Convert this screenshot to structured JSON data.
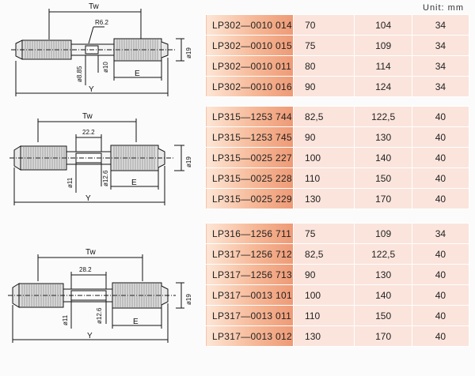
{
  "unit_label": "Unit: mm",
  "drawings": [
    {
      "tw": "Tw",
      "r": "R6.2",
      "d_left": "ø8.85",
      "d_mid": "ø10",
      "d_end": "ø19",
      "e": "E",
      "y": "Y"
    },
    {
      "tw": "Tw",
      "r": "22.2",
      "d_left": "ø11",
      "d_mid": "ø12.6",
      "d_end": "ø19",
      "e": "E",
      "y": "Y"
    },
    {
      "tw": "Tw",
      "r": "28.2",
      "d_left": "ø11",
      "d_mid": "ø12.6",
      "d_end": "ø19",
      "e": "E",
      "y": "Y"
    }
  ],
  "groups": [
    {
      "rows": [
        {
          "part": "LP302—0010 014",
          "v1": "70",
          "v2": "104",
          "v3": "34"
        },
        {
          "part": "LP302—0010 015",
          "v1": "75",
          "v2": "109",
          "v3": "34"
        },
        {
          "part": "LP302—0010 011",
          "v1": "80",
          "v2": "114",
          "v3": "34"
        },
        {
          "part": "LP302—0010 016",
          "v1": "90",
          "v2": "124",
          "v3": "34"
        }
      ]
    },
    {
      "rows": [
        {
          "part": "LP315—1253 744",
          "v1": "82,5",
          "v2": "122,5",
          "v3": "40"
        },
        {
          "part": "LP315—1253 745",
          "v1": "90",
          "v2": "130",
          "v3": "40"
        },
        {
          "part": "LP315—0025 227",
          "v1": "100",
          "v2": "140",
          "v3": "40"
        },
        {
          "part": "LP315—0025 228",
          "v1": "110",
          "v2": "150",
          "v3": "40"
        },
        {
          "part": "LP315—0025 229",
          "v1": "130",
          "v2": "170",
          "v3": "40"
        }
      ]
    },
    {
      "rows": [
        {
          "part": "LP316—1256 711",
          "v1": "75",
          "v2": "109",
          "v3": "34"
        },
        {
          "part": "LP317—1256 712",
          "v1": "82,5",
          "v2": "122,5",
          "v3": "40"
        },
        {
          "part": "LP317—1256 713",
          "v1": "90",
          "v2": "130",
          "v3": "40"
        },
        {
          "part": "LP317—0013 101",
          "v1": "100",
          "v2": "140",
          "v3": "40"
        },
        {
          "part": "LP317—0013 011",
          "v1": "110",
          "v2": "150",
          "v3": "40"
        },
        {
          "part": "LP317—0013 012",
          "v1": "130",
          "v2": "170",
          "v3": "40"
        }
      ]
    }
  ]
}
